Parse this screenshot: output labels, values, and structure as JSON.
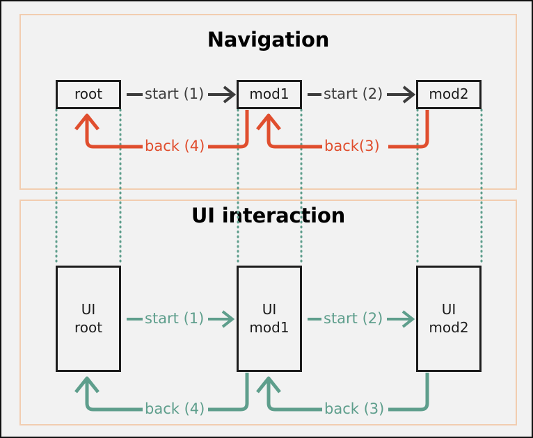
{
  "diagram": {
    "title_bg": "#f2f2f2",
    "panel_border_color": "#f2cdb0",
    "node_border_color": "#1c1c1c",
    "arrow_dark_color": "#3d3d3d",
    "arrow_red_color": "#e04e2e",
    "arrow_green_color": "#5e9e8c",
    "lifeline_color": "#5e9e8c"
  },
  "panels": [
    {
      "id": "navigation",
      "title": "Navigation",
      "nodes": [
        {
          "id": "root",
          "label": "root"
        },
        {
          "id": "mod1",
          "label": "mod1"
        },
        {
          "id": "mod2",
          "label": "mod2"
        }
      ],
      "forward_edges": [
        {
          "id": "nav-start-1",
          "label": "start (1)",
          "from": "root",
          "to": "mod1"
        },
        {
          "id": "nav-start-2",
          "label": "start (2)",
          "from": "mod1",
          "to": "mod2"
        }
      ],
      "back_edges": [
        {
          "id": "nav-back-4",
          "label": "back (4)",
          "from": "mod1",
          "to": "root"
        },
        {
          "id": "nav-back-3",
          "label": "back(3)",
          "from": "mod2",
          "to": "mod1"
        }
      ]
    },
    {
      "id": "ui-interaction",
      "title": "UI interaction",
      "nodes": [
        {
          "id": "ui-root",
          "line1": "UI",
          "line2": "root"
        },
        {
          "id": "ui-mod1",
          "line1": "UI",
          "line2": "mod1"
        },
        {
          "id": "ui-mod2",
          "line1": "UI",
          "line2": "mod2"
        }
      ],
      "forward_edges": [
        {
          "id": "ui-start-1",
          "label": "start (1)",
          "from": "ui-root",
          "to": "ui-mod1"
        },
        {
          "id": "ui-start-2",
          "label": "start (2)",
          "from": "ui-mod1",
          "to": "ui-mod2"
        }
      ],
      "back_edges": [
        {
          "id": "ui-back-4",
          "label": "back (4)",
          "from": "ui-mod1",
          "to": "ui-root"
        },
        {
          "id": "ui-back-3",
          "label": "back (3)",
          "from": "ui-mod2",
          "to": "ui-mod1"
        }
      ]
    }
  ]
}
